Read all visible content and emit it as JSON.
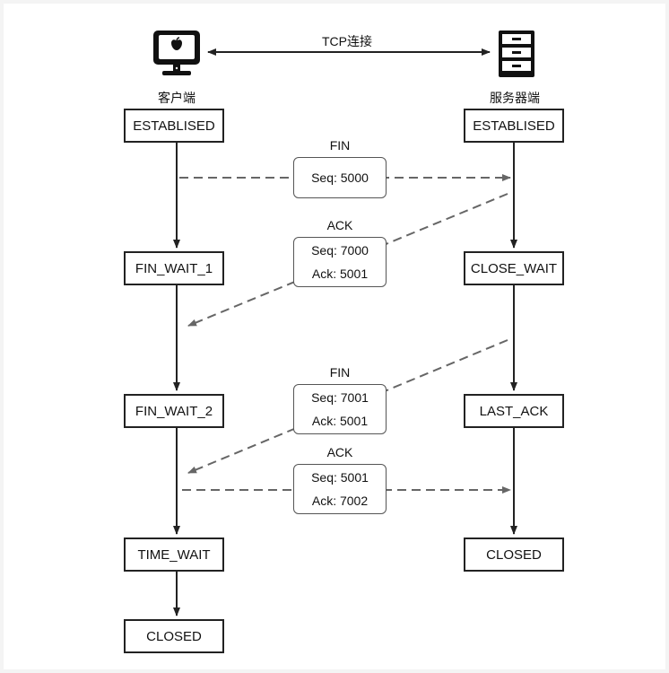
{
  "connection_label": "TCP连接",
  "client": {
    "label": "客户端",
    "icon": "computer-icon",
    "states": [
      "ESTABLISED",
      "FIN_WAIT_1",
      "FIN_WAIT_2",
      "TIME_WAIT",
      "CLOSED"
    ]
  },
  "server": {
    "label": "服务器端",
    "icon": "server-icon",
    "states": [
      "ESTABLISED",
      "CLOSE_WAIT",
      "LAST_ACK",
      "CLOSED"
    ]
  },
  "messages": [
    {
      "type": "FIN",
      "lines": [
        "Seq: 5000"
      ]
    },
    {
      "type": "ACK",
      "lines": [
        "Seq: 7000",
        "Ack: 5001"
      ]
    },
    {
      "type": "FIN",
      "lines": [
        "Seq: 7001",
        "Ack: 5001"
      ]
    },
    {
      "type": "ACK",
      "lines": [
        "Seq: 5001",
        "Ack: 7002"
      ]
    }
  ],
  "colors": {
    "line": "#222222",
    "dashed": "#666666",
    "box_border": "#222222"
  }
}
